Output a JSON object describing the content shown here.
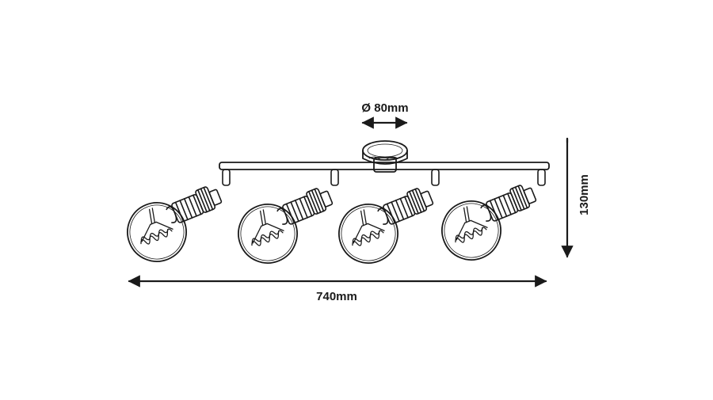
{
  "diagram": {
    "diameter_label": "Ø 80mm",
    "width_label": "740mm",
    "height_label": "130mm",
    "colors": {
      "ink": "#1a1a1a",
      "background": "#ffffff"
    }
  }
}
